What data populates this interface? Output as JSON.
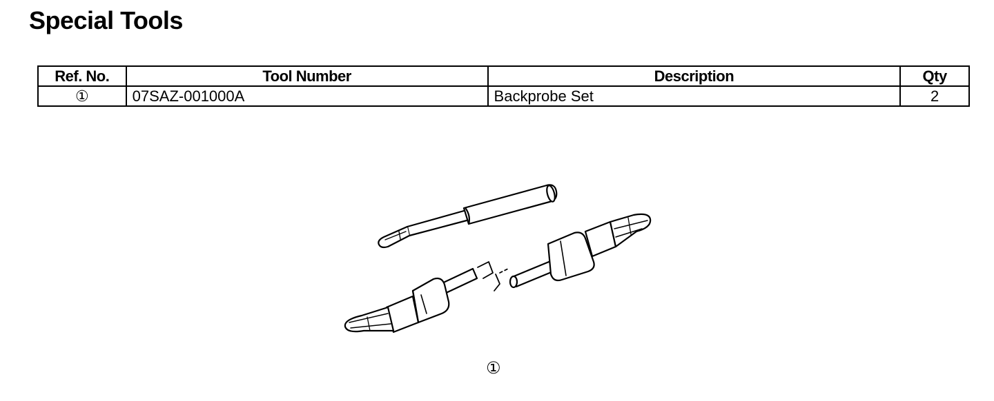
{
  "header": {
    "title": "Special Tools"
  },
  "table": {
    "columns": [
      "Ref. No.",
      "Tool Number",
      "Description",
      "Qty"
    ],
    "rows": [
      {
        "ref": "①",
        "tool_number": "07SAZ-001000A",
        "description": "Backprobe Set",
        "qty": "2"
      }
    ]
  },
  "figure": {
    "label": "①",
    "icon": "backprobe-set-illustration"
  }
}
